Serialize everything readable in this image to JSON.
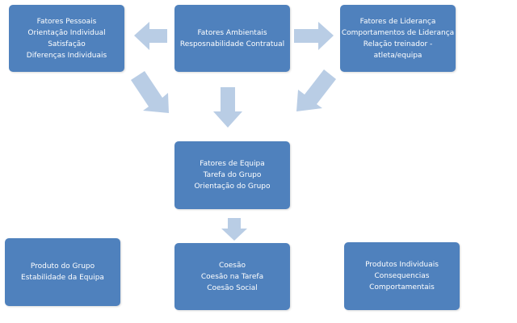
{
  "boxes": {
    "fatores_pessoais": [
      "Fatores Pessoais",
      "Orientação Individual",
      "Satisfação",
      "Diferenças Individuais"
    ],
    "fatores_ambientais": [
      "Fatores Ambientais",
      "Resposnabilidade Contratual"
    ],
    "fatores_lideranca": [
      "Fatores de Liderança",
      "Comportamentos de Liderança",
      "Relação treinador -",
      "atleta/equipa"
    ],
    "fatores_equipa": [
      "Fatores de Equipa",
      "Tarefa do Grupo",
      "Orientação do Grupo"
    ],
    "produto_grupo": [
      "Produto do Grupo",
      "Estabilidade da Equipa"
    ],
    "coesao": [
      "Coesão",
      "Coesão na Tarefa",
      "Coesão Social"
    ],
    "produtos_individuais": [
      "Produtos Individuais",
      "Consequencias",
      "Comportamentais"
    ]
  },
  "colors": {
    "box_fill": "#4f81bd",
    "arrow_fill": "#b9cde5",
    "text": "#ffffff"
  }
}
